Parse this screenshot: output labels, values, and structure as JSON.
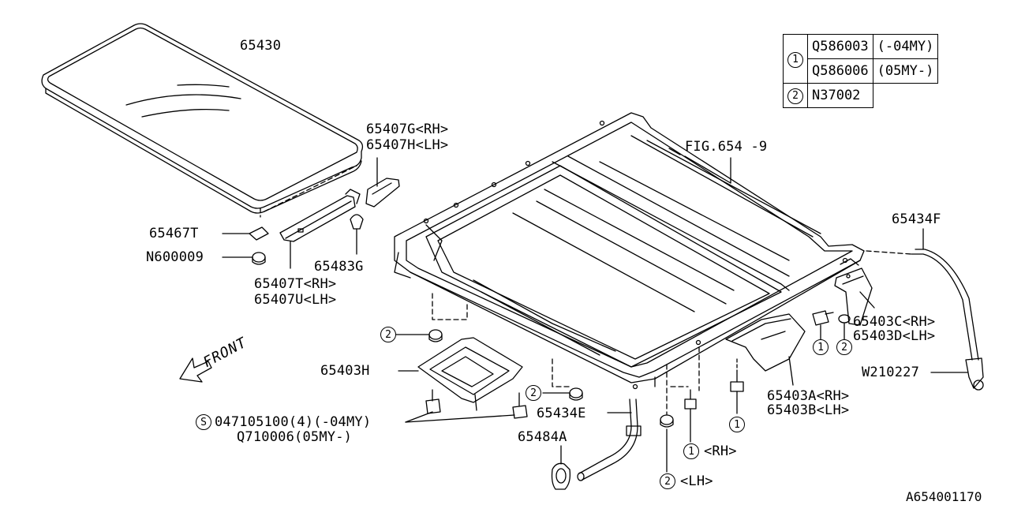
{
  "legend": {
    "rows": [
      {
        "ref": "1",
        "part": "Q586003",
        "note": "(-04MY)"
      },
      {
        "ref": "",
        "part": "Q586006",
        "note": "(05MY-)"
      },
      {
        "ref": "2",
        "part": "N37002",
        "note": ""
      }
    ]
  },
  "labels": {
    "p65430": "65430",
    "p65407G": "65407G<RH>",
    "p65407H": "65407H<LH>",
    "p65467T": "65467T",
    "pN600009": "N600009",
    "p65483G": "65483G",
    "p65407T": "65407T<RH>",
    "p65407U": "65407U<LH>",
    "fig": "FIG.654 -9",
    "p65434F": "65434F",
    "p65403C": "65403C<RH>",
    "p65403D": "65403D<LH>",
    "pW210227": "W210227",
    "p65403H": "65403H",
    "p65403A": "65403A<RH>",
    "p65403B": "65403B<LH>",
    "p65434E": "65434E",
    "p65484A": "65484A",
    "bolt1": "047105100(4)(-04MY)",
    "bolt2": "Q710006(05MY-)",
    "rh": "<RH>",
    "lh": "<LH>",
    "front": "FRONT",
    "drawing_no": "A654001170"
  },
  "refs": {
    "one": "1",
    "two": "2",
    "s": "S"
  }
}
